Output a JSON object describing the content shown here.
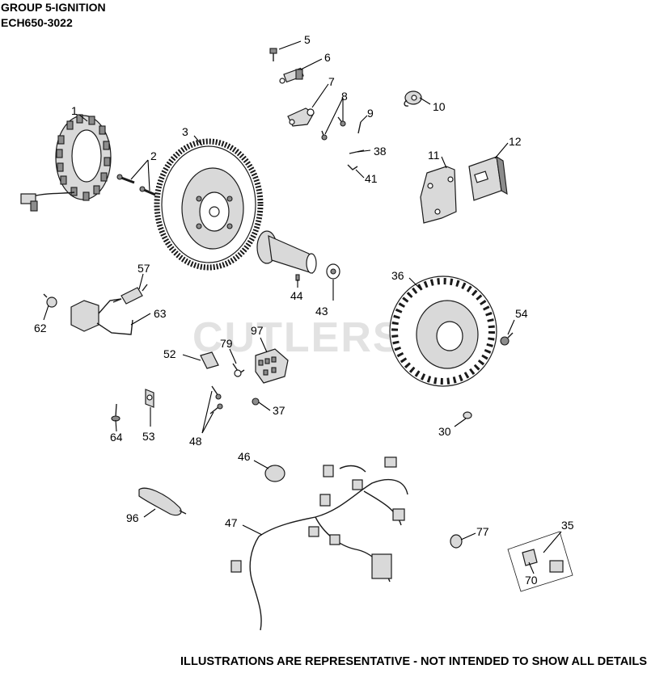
{
  "header": {
    "group": "GROUP 5-IGNITION",
    "model": "ECH650-3022"
  },
  "watermark": "CUTLERS",
  "footer": "ILLUSTRATIONS ARE REPRESENTATIVE - NOT INTENDED TO SHOW ALL DETAILS",
  "callouts": [
    {
      "id": "p1",
      "num": "1"
    },
    {
      "id": "p2",
      "num": "2"
    },
    {
      "id": "p3",
      "num": "3"
    },
    {
      "id": "p5",
      "num": "5"
    },
    {
      "id": "p6",
      "num": "6"
    },
    {
      "id": "p7",
      "num": "7"
    },
    {
      "id": "p8",
      "num": "8"
    },
    {
      "id": "p9",
      "num": "9"
    },
    {
      "id": "p10",
      "num": "10"
    },
    {
      "id": "p11",
      "num": "11"
    },
    {
      "id": "p12",
      "num": "12"
    },
    {
      "id": "p30",
      "num": "30"
    },
    {
      "id": "p35",
      "num": "35"
    },
    {
      "id": "p36",
      "num": "36"
    },
    {
      "id": "p37",
      "num": "37"
    },
    {
      "id": "p38",
      "num": "38"
    },
    {
      "id": "p41",
      "num": "41"
    },
    {
      "id": "p43",
      "num": "43"
    },
    {
      "id": "p44",
      "num": "44"
    },
    {
      "id": "p46",
      "num": "46"
    },
    {
      "id": "p47",
      "num": "47"
    },
    {
      "id": "p48",
      "num": "48"
    },
    {
      "id": "p52",
      "num": "52"
    },
    {
      "id": "p53",
      "num": "53"
    },
    {
      "id": "p54",
      "num": "54"
    },
    {
      "id": "p57",
      "num": "57"
    },
    {
      "id": "p62",
      "num": "62"
    },
    {
      "id": "p63",
      "num": "63"
    },
    {
      "id": "p64",
      "num": "64"
    },
    {
      "id": "p70",
      "num": "70"
    },
    {
      "id": "p77",
      "num": "77"
    },
    {
      "id": "p79",
      "num": "79"
    },
    {
      "id": "p96",
      "num": "96"
    },
    {
      "id": "p97",
      "num": "97"
    }
  ]
}
